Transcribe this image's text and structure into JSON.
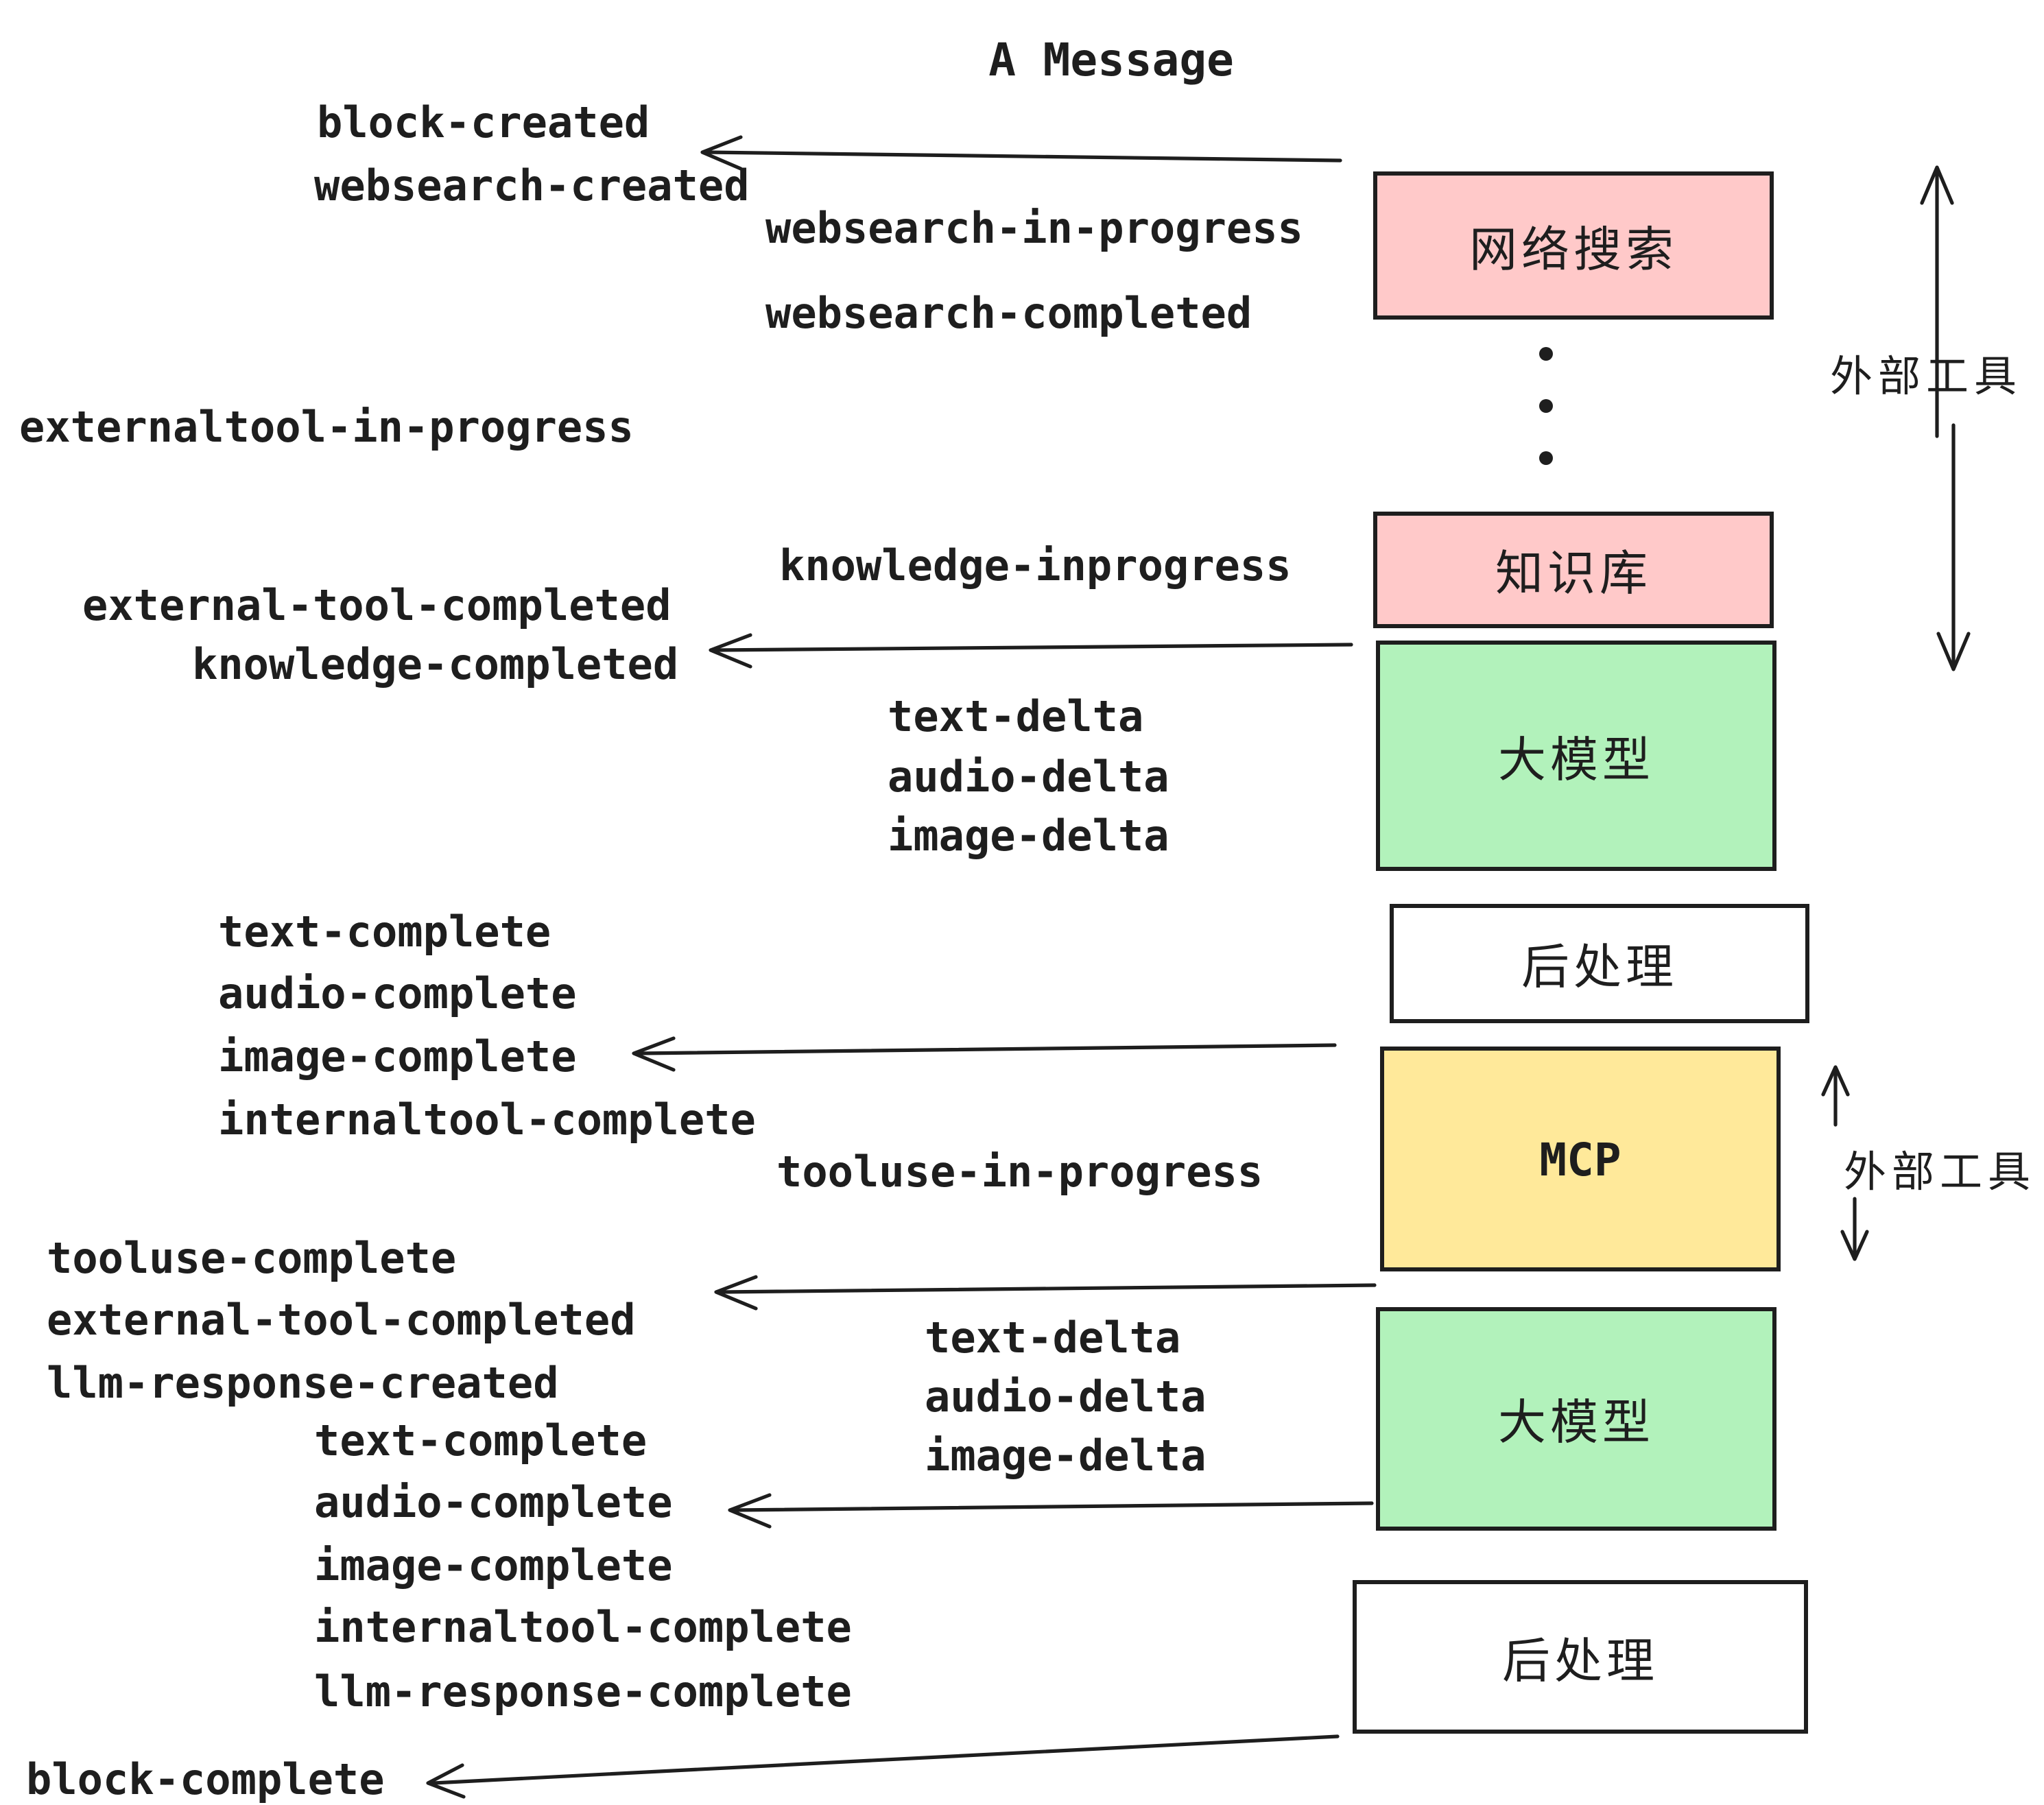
{
  "title": "A Message",
  "boxes": {
    "websearch": "网络搜索",
    "knowledge": "知识库",
    "llm": "大模型",
    "post_processing": "后处理",
    "mcp": "MCP"
  },
  "side_labels": {
    "external_tools_top": "外部工具",
    "external_tools_bottom": "外部工具"
  },
  "events": {
    "block_created": "block-created",
    "websearch_created": "websearch-created",
    "websearch_in_progress": "websearch-in-progress",
    "websearch_completed": "websearch-completed",
    "externaltool_in_progress": "externaltool-in-progress",
    "knowledge_inprogress": "knowledge-inprogress",
    "external_tool_completed_1": "external-tool-completed",
    "knowledge_completed": "knowledge-completed",
    "text_delta_1": "text-delta",
    "audio_delta_1": "audio-delta",
    "image_delta_1": "image-delta",
    "text_complete_1": "text-complete",
    "audio_complete_1": "audio-complete",
    "image_complete_1": "image-complete",
    "internaltool_complete_1": "internaltool-complete",
    "tooluse_in_progress": "tooluse-in-progress",
    "tooluse_complete": "tooluse-complete",
    "external_tool_completed_2": "external-tool-completed",
    "llm_response_created": "llm-response-created",
    "text_complete_2": "text-complete",
    "audio_complete_2": "audio-complete",
    "text_delta_2": "text-delta",
    "audio_delta_2": "audio-delta",
    "image_delta_2": "image-delta",
    "image_complete_2": "image-complete",
    "internaltool_complete_2": "internaltool-complete",
    "llm_response_complete": "llm-response-complete",
    "block_complete": "block-complete"
  },
  "colors": {
    "pink": "#FFC9C9",
    "green": "#B2F2BB",
    "yellow": "#FFE99A",
    "stroke": "#1E1E1E",
    "background": "#FFFFFF"
  }
}
